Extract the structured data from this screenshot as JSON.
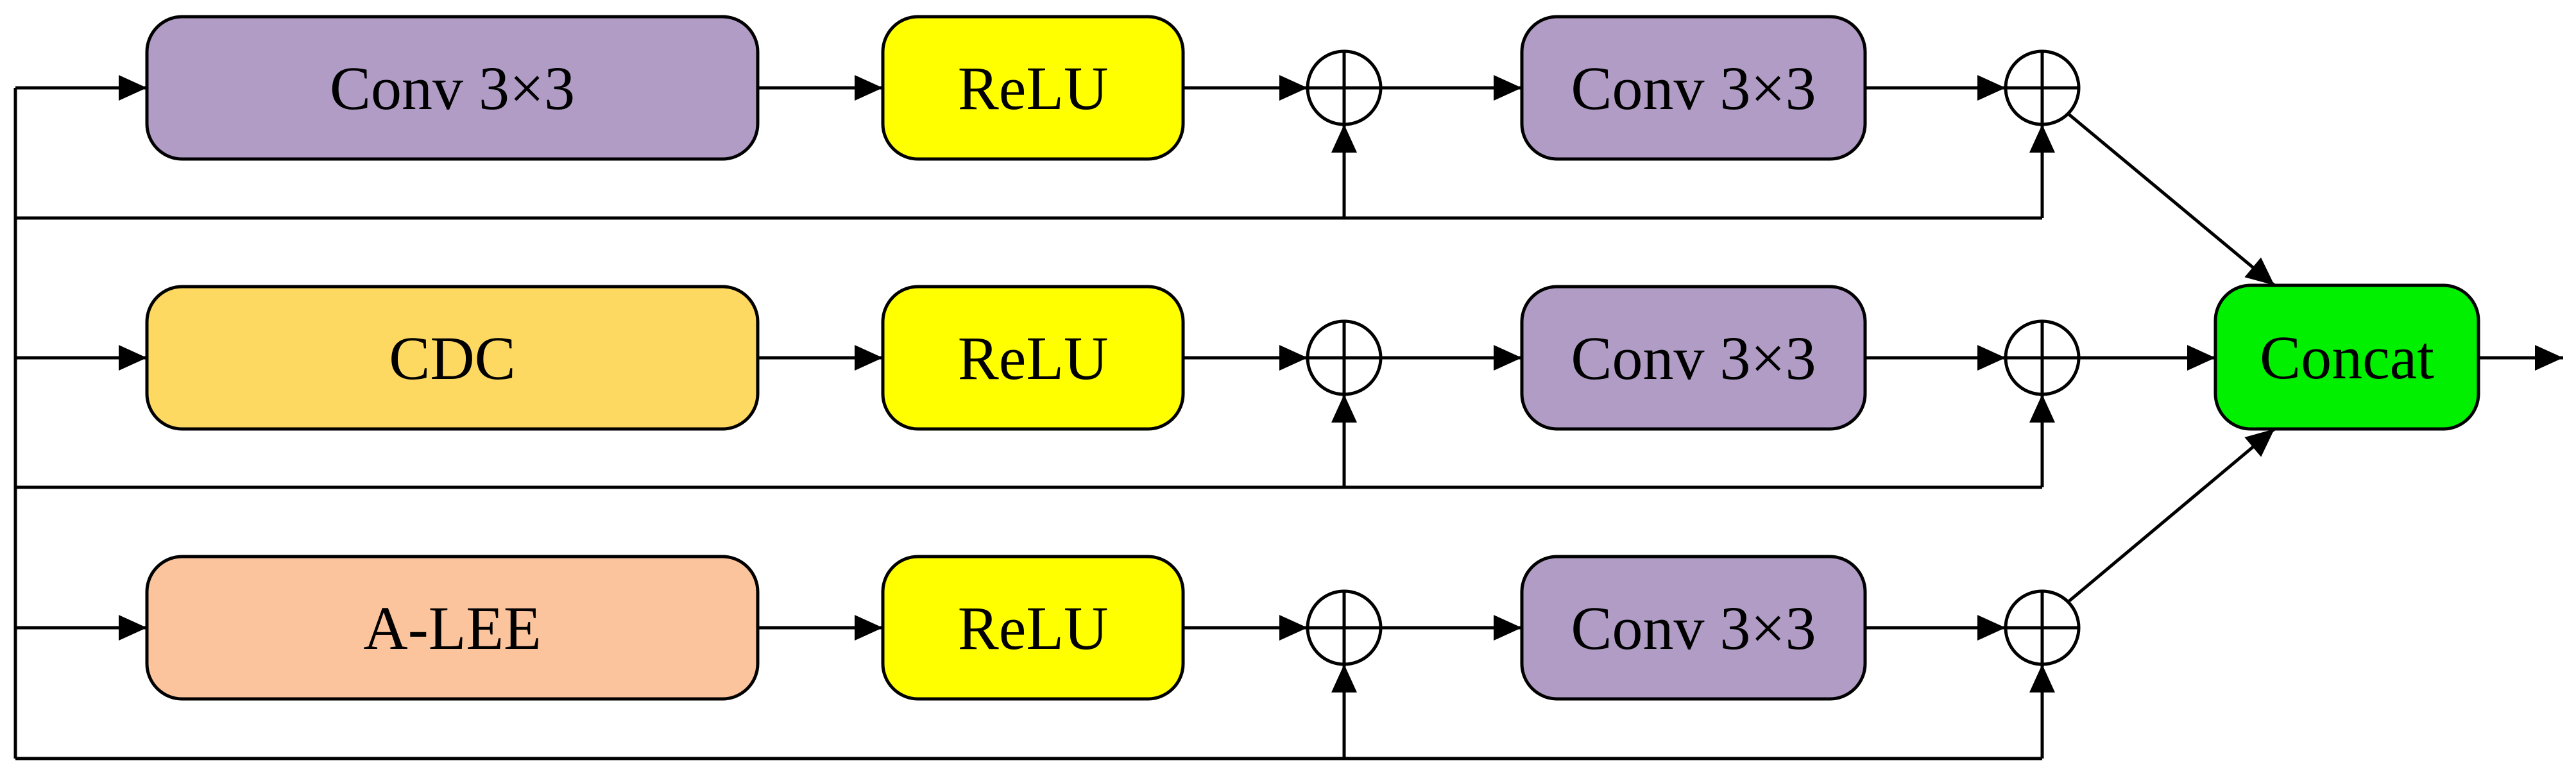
{
  "colors": {
    "conv": "#b19cc6",
    "cdc": "#fdd962",
    "alee": "#fcc49c",
    "relu": "#ffff00",
    "concat": "#00f000",
    "line": "#000000"
  },
  "rows": [
    {
      "first_block": "Conv 3×3",
      "first_color_key": "conv",
      "activation": "ReLU",
      "second_block": "Conv 3×3"
    },
    {
      "first_block": "CDC",
      "first_color_key": "cdc",
      "activation": "ReLU",
      "second_block": "Conv 3×3"
    },
    {
      "first_block": "A-LEE",
      "first_color_key": "alee",
      "activation": "ReLU",
      "second_block": "Conv 3×3"
    }
  ],
  "concat_label": "Concat",
  "icons": {
    "sum": "circle-plus-icon",
    "arrow": "arrowhead-icon"
  }
}
